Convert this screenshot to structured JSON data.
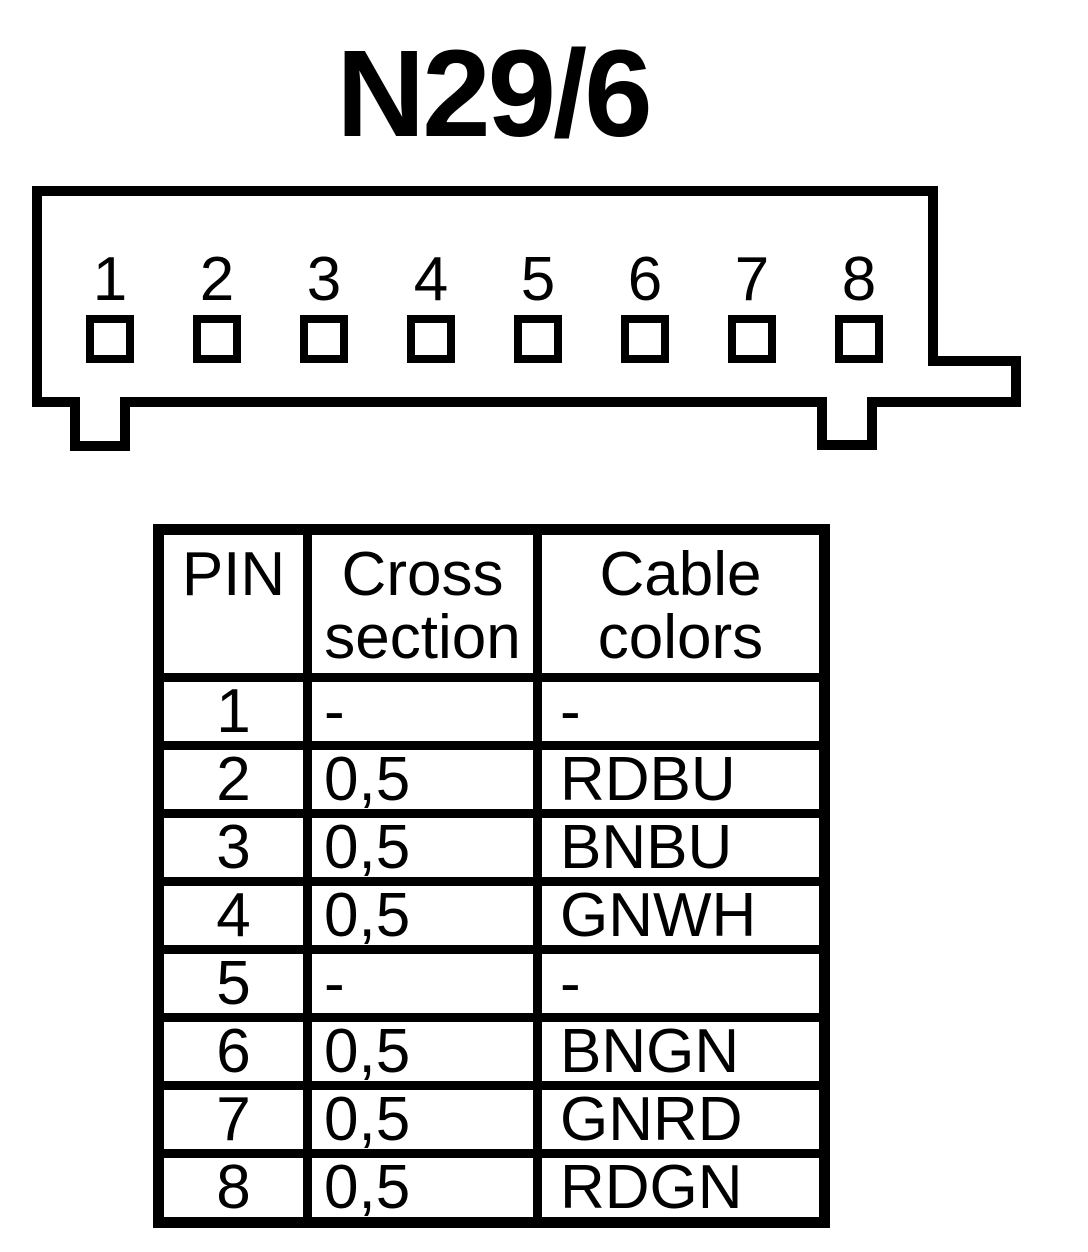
{
  "page": {
    "background": "#ffffff",
    "ink": "#000000"
  },
  "title": "N29/6",
  "connector": {
    "description": "8-pin connector front view with two mounting tabs",
    "pins": [
      "1",
      "2",
      "3",
      "4",
      "5",
      "6",
      "7",
      "8"
    ]
  },
  "table": {
    "headers": {
      "pin": "PIN",
      "cross_section": "Cross\nsection",
      "cable_colors": "Cable\ncolors"
    },
    "rows": [
      {
        "pin": "1",
        "cross_section": "-",
        "cable_color": "-"
      },
      {
        "pin": "2",
        "cross_section": "0,5",
        "cable_color": "RDBU"
      },
      {
        "pin": "3",
        "cross_section": "0,5",
        "cable_color": "BNBU"
      },
      {
        "pin": "4",
        "cross_section": "0,5",
        "cable_color": "GNWH"
      },
      {
        "pin": "5",
        "cross_section": "-",
        "cable_color": "-"
      },
      {
        "pin": "6",
        "cross_section": "0,5",
        "cable_color": "BNGN"
      },
      {
        "pin": "7",
        "cross_section": "0,5",
        "cable_color": "GNRD"
      },
      {
        "pin": "8",
        "cross_section": "0,5",
        "cable_color": "RDGN"
      }
    ]
  }
}
